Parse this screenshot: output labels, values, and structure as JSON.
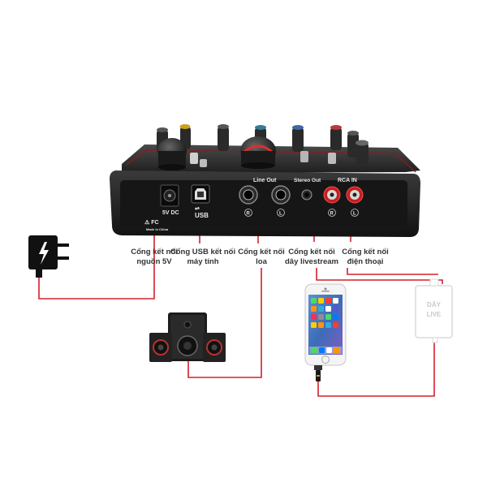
{
  "device": {
    "panel_labels": {
      "line_out": "Line Out",
      "stereo_out": "Stereo Out",
      "rca_in": "RCA IN",
      "dc": "5V DC",
      "usb": "USB",
      "r": "R",
      "l": "L",
      "made_in": "Made in China"
    }
  },
  "callouts": {
    "power": [
      "Cổng kết nối",
      "nguồn 5V"
    ],
    "usb": [
      "Cổng USB kết nối",
      "máy tính"
    ],
    "speaker": [
      "Cổng kết nối",
      "loa"
    ],
    "livestream": [
      "Cổng kết nối",
      "dây livestream"
    ],
    "phone": [
      "Cổng kết nối",
      "điện thoại"
    ]
  },
  "cable_label": [
    "DÂY",
    "LIVE"
  ],
  "colors": {
    "wire": "#d4202a",
    "device_body": "#1b1b1b",
    "panel_text": "#e6e6e6",
    "rca_red": "#c81e1e"
  }
}
